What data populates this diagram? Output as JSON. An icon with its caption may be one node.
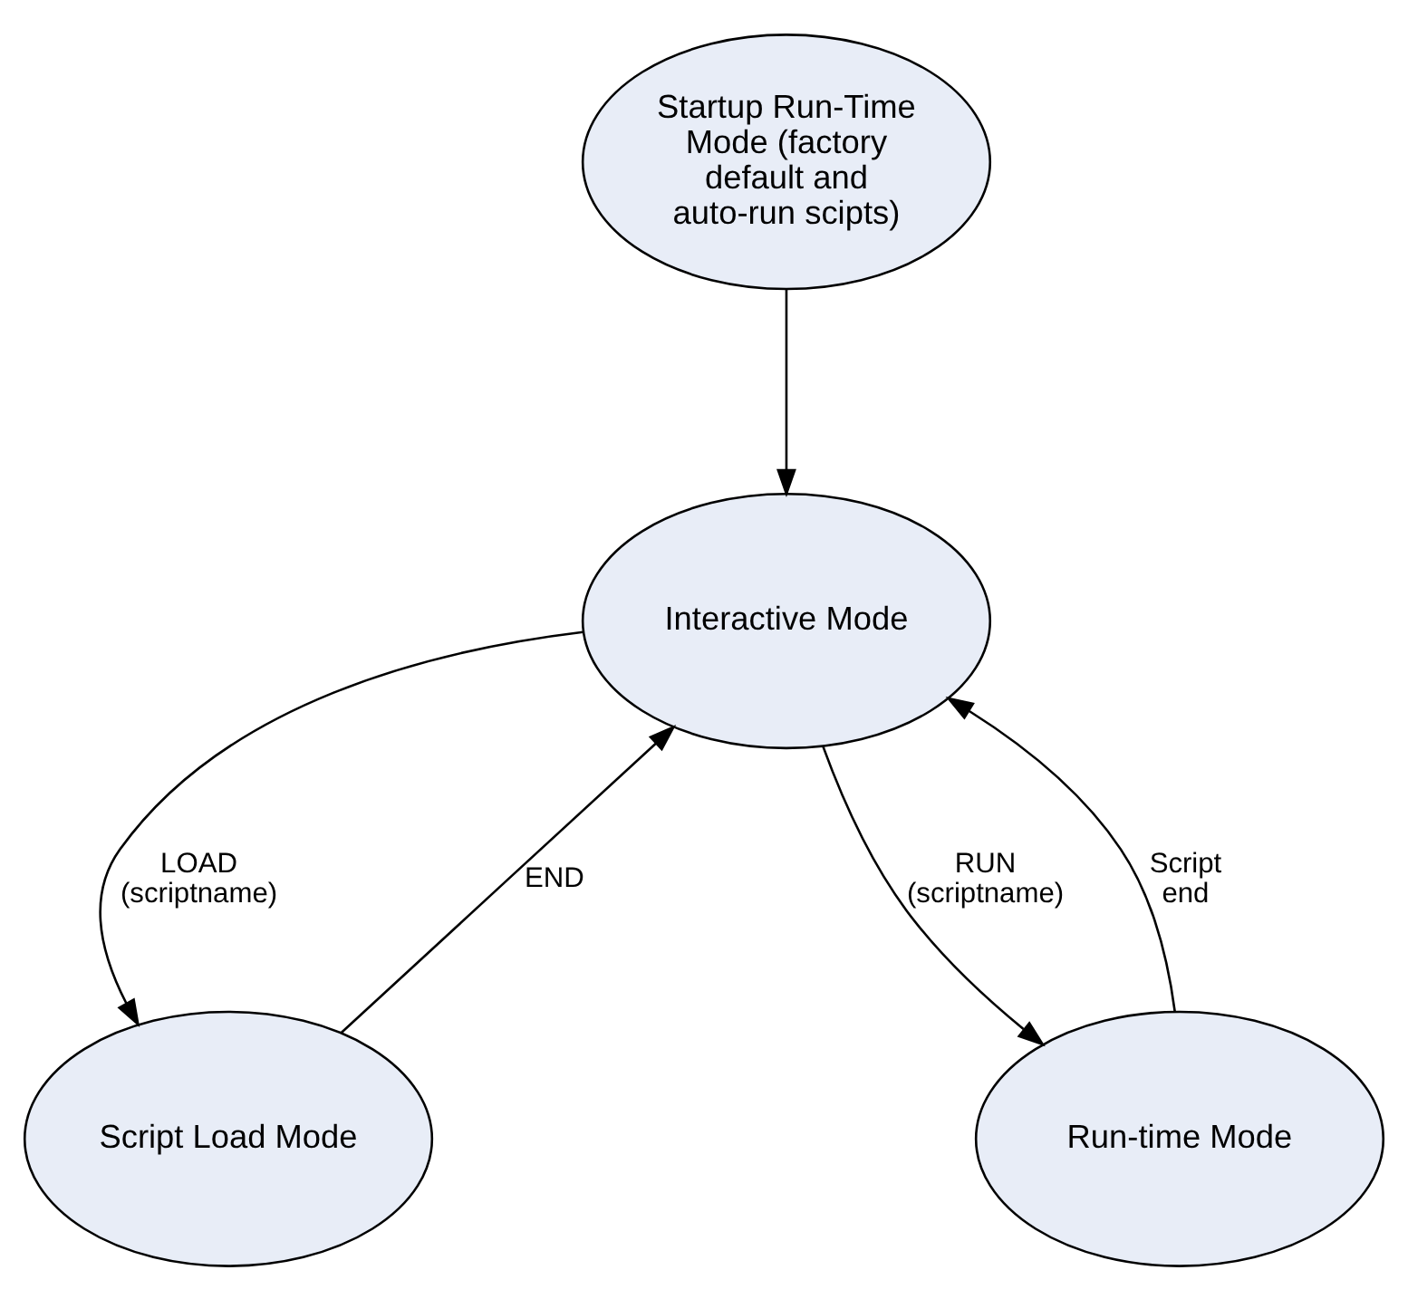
{
  "diagram": {
    "nodes": [
      {
        "text": [
          "Startup Run-Time Mode (factory default and auto-run scipts)"
        ]
      },
      {
        "text": [
          "Interactive Mode"
        ]
      },
      {
        "text": [
          "Script Load Mode"
        ]
      },
      {
        "text": [
          "Run-time Mode"
        ]
      }
    ],
    "edges": [
      {
        "from": 0,
        "to": 1,
        "arrow": "to"
      },
      {
        "from": 1,
        "to": 2,
        "arrow": "to",
        "label": "LOAD (scriptname)"
      },
      {
        "from": 2,
        "to": 1,
        "arrow": "to",
        "label": "END"
      },
      {
        "from": 1,
        "to": 3,
        "arrow": "to",
        "label": "RUN (scriptname)"
      },
      {
        "from": 3,
        "to": 1,
        "arrow": "to",
        "label": "Script end"
      }
    ]
  }
}
